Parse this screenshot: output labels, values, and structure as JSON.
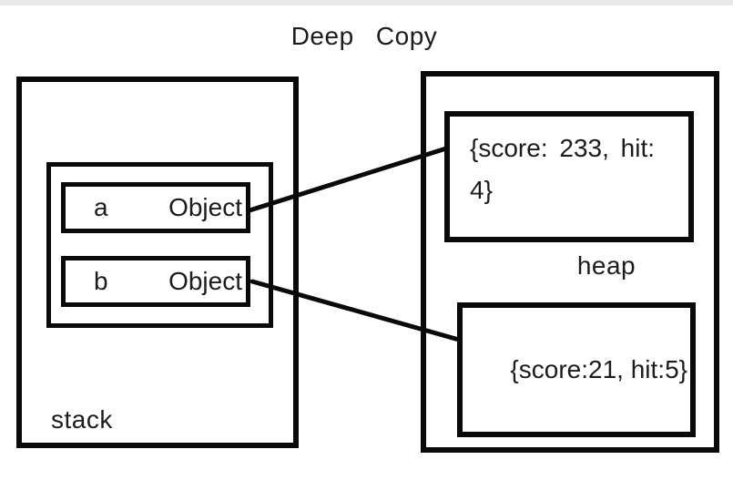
{
  "title": "Deep Copy",
  "stack": {
    "label": "stack",
    "variables": [
      {
        "name": "a",
        "value": "Object"
      },
      {
        "name": "b",
        "value": "Object"
      }
    ]
  },
  "heap": {
    "label": "heap",
    "objects": [
      {
        "value": "{score: 233, hit: 4}"
      },
      {
        "value": "{score:21, hit:5}"
      }
    ]
  },
  "edges": [
    {
      "from": "variable-a",
      "to": "heap-object-1"
    },
    {
      "from": "variable-b",
      "to": "heap-object-2"
    }
  ],
  "colors": {
    "background": "#ffffff",
    "border": "#0a0a0a",
    "text": "#1c1c1c",
    "top_strip": "#e9e9e9"
  }
}
